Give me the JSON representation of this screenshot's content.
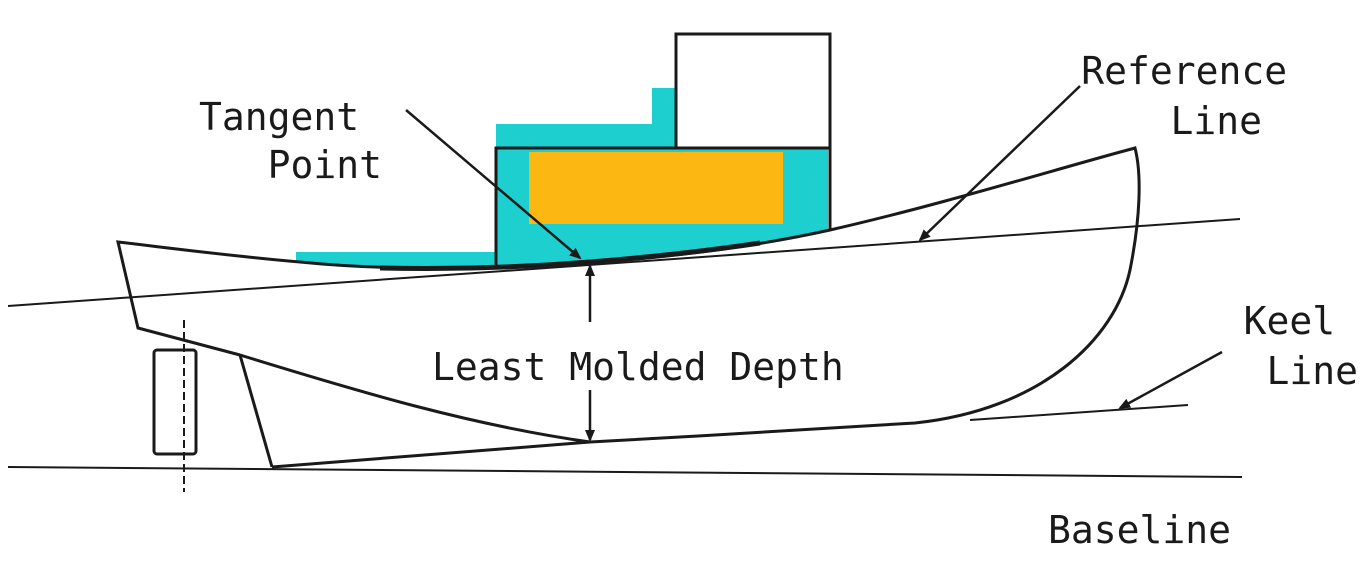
{
  "labels": {
    "tangent_point": [
      "Tangent",
      "Point"
    ],
    "reference_line": [
      "Reference",
      "Line"
    ],
    "keel_line": [
      "Keel",
      "Line"
    ],
    "least_molded_depth": "Least Molded Depth",
    "baseline": "Baseline"
  },
  "colors": {
    "deckhouse_fill": "#1ecfcf",
    "hold_fill": "#fcb713",
    "line": "#1a1a1a",
    "background": "#ffffff"
  }
}
